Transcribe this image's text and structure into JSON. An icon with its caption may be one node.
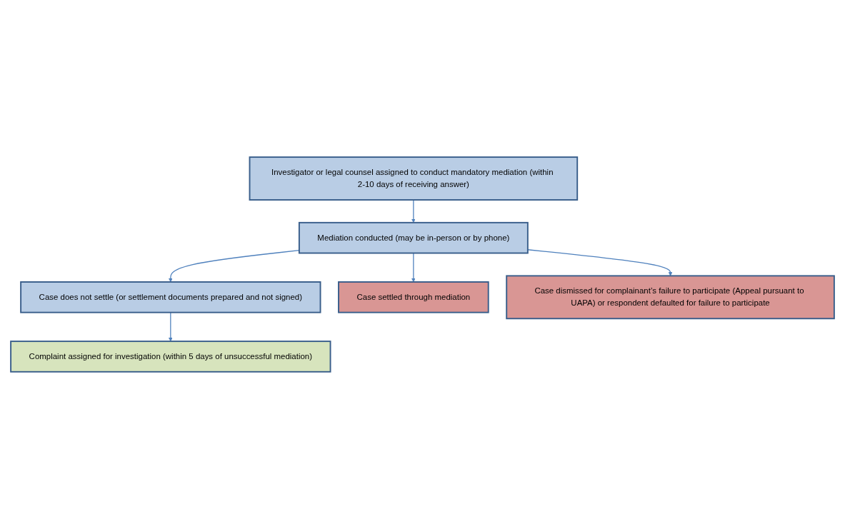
{
  "diagram": {
    "nodes": [
      {
        "text": [
          "Investigator or legal counsel assigned to conduct mandatory mediation (within 2-10 days of receiving answer)"
        ]
      },
      {
        "text": [
          "Mediation conducted (may be in-person or by phone)"
        ]
      },
      {
        "text": [
          "Case does not settle (or settlement documents prepared and not signed)"
        ]
      },
      {
        "text": [
          "Case settled through mediation"
        ]
      },
      {
        "text": [
          "Case dismissed for complainant’s failure to participate (Appeal pursuant to UAPA) or respondent defaulted for failure to participate"
        ]
      },
      {
        "text": [
          "Complaint assigned for investigation (within 5 days of unsuccessful mediation)"
        ]
      }
    ],
    "edges": [
      {
        "from": 0,
        "to": 1,
        "arrow": "to"
      },
      {
        "from": 1,
        "to": 2,
        "arrow": "to"
      },
      {
        "from": 1,
        "to": 3,
        "arrow": "to"
      },
      {
        "from": 1,
        "to": 4,
        "arrow": "to"
      },
      {
        "from": 2,
        "to": 5,
        "arrow": "to"
      }
    ]
  }
}
